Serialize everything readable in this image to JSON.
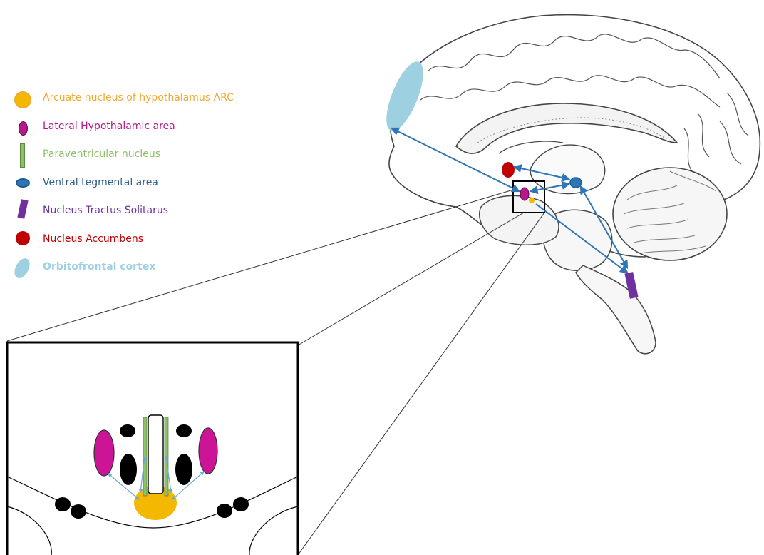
{
  "legend": {
    "items": [
      {
        "key": "arc",
        "label": "Arcuate nucleus of hypothalamus ARC",
        "color": "#f5b800",
        "swatch": "circle-icon",
        "bold": false
      },
      {
        "key": "lha",
        "label": "Lateral Hypothalamic area",
        "color": "#b5198c",
        "swatch": "ellipse-icon",
        "bold": false
      },
      {
        "key": "pvn",
        "label": "Paraventricular nucleus",
        "color": "#8dc06a",
        "swatch": "bar-icon",
        "bold": false
      },
      {
        "key": "vta",
        "label": "Ventral tegmental area",
        "color": "#2e75b6",
        "swatch": "ellipse-icon",
        "bold": false
      },
      {
        "key": "nts",
        "label": "Nucleus Tractus Solitarus",
        "color": "#7030a0",
        "swatch": "slanted-bar-icon",
        "bold": false
      },
      {
        "key": "nac",
        "label": "Nucleus Accumbens",
        "color": "#c00000",
        "swatch": "circle-icon",
        "bold": false
      },
      {
        "key": "ofc",
        "label": "Orbitofrontal cortex",
        "color": "#9dd0e0",
        "swatch": "tilted-ellipse-icon",
        "bold": true
      }
    ]
  },
  "colors": {
    "label_text": {
      "arc": "#f0a830",
      "lha": "#b5198c",
      "pvn": "#8dc06a",
      "vta": "#2e5f8a",
      "nts": "#7030a0",
      "nac": "#c00000",
      "ofc": "#9dd0e0"
    },
    "arrow": "#2e75b6",
    "inset_arrow": "#6fa8dc",
    "outline": "#000000",
    "brain_line": "#444444"
  }
}
